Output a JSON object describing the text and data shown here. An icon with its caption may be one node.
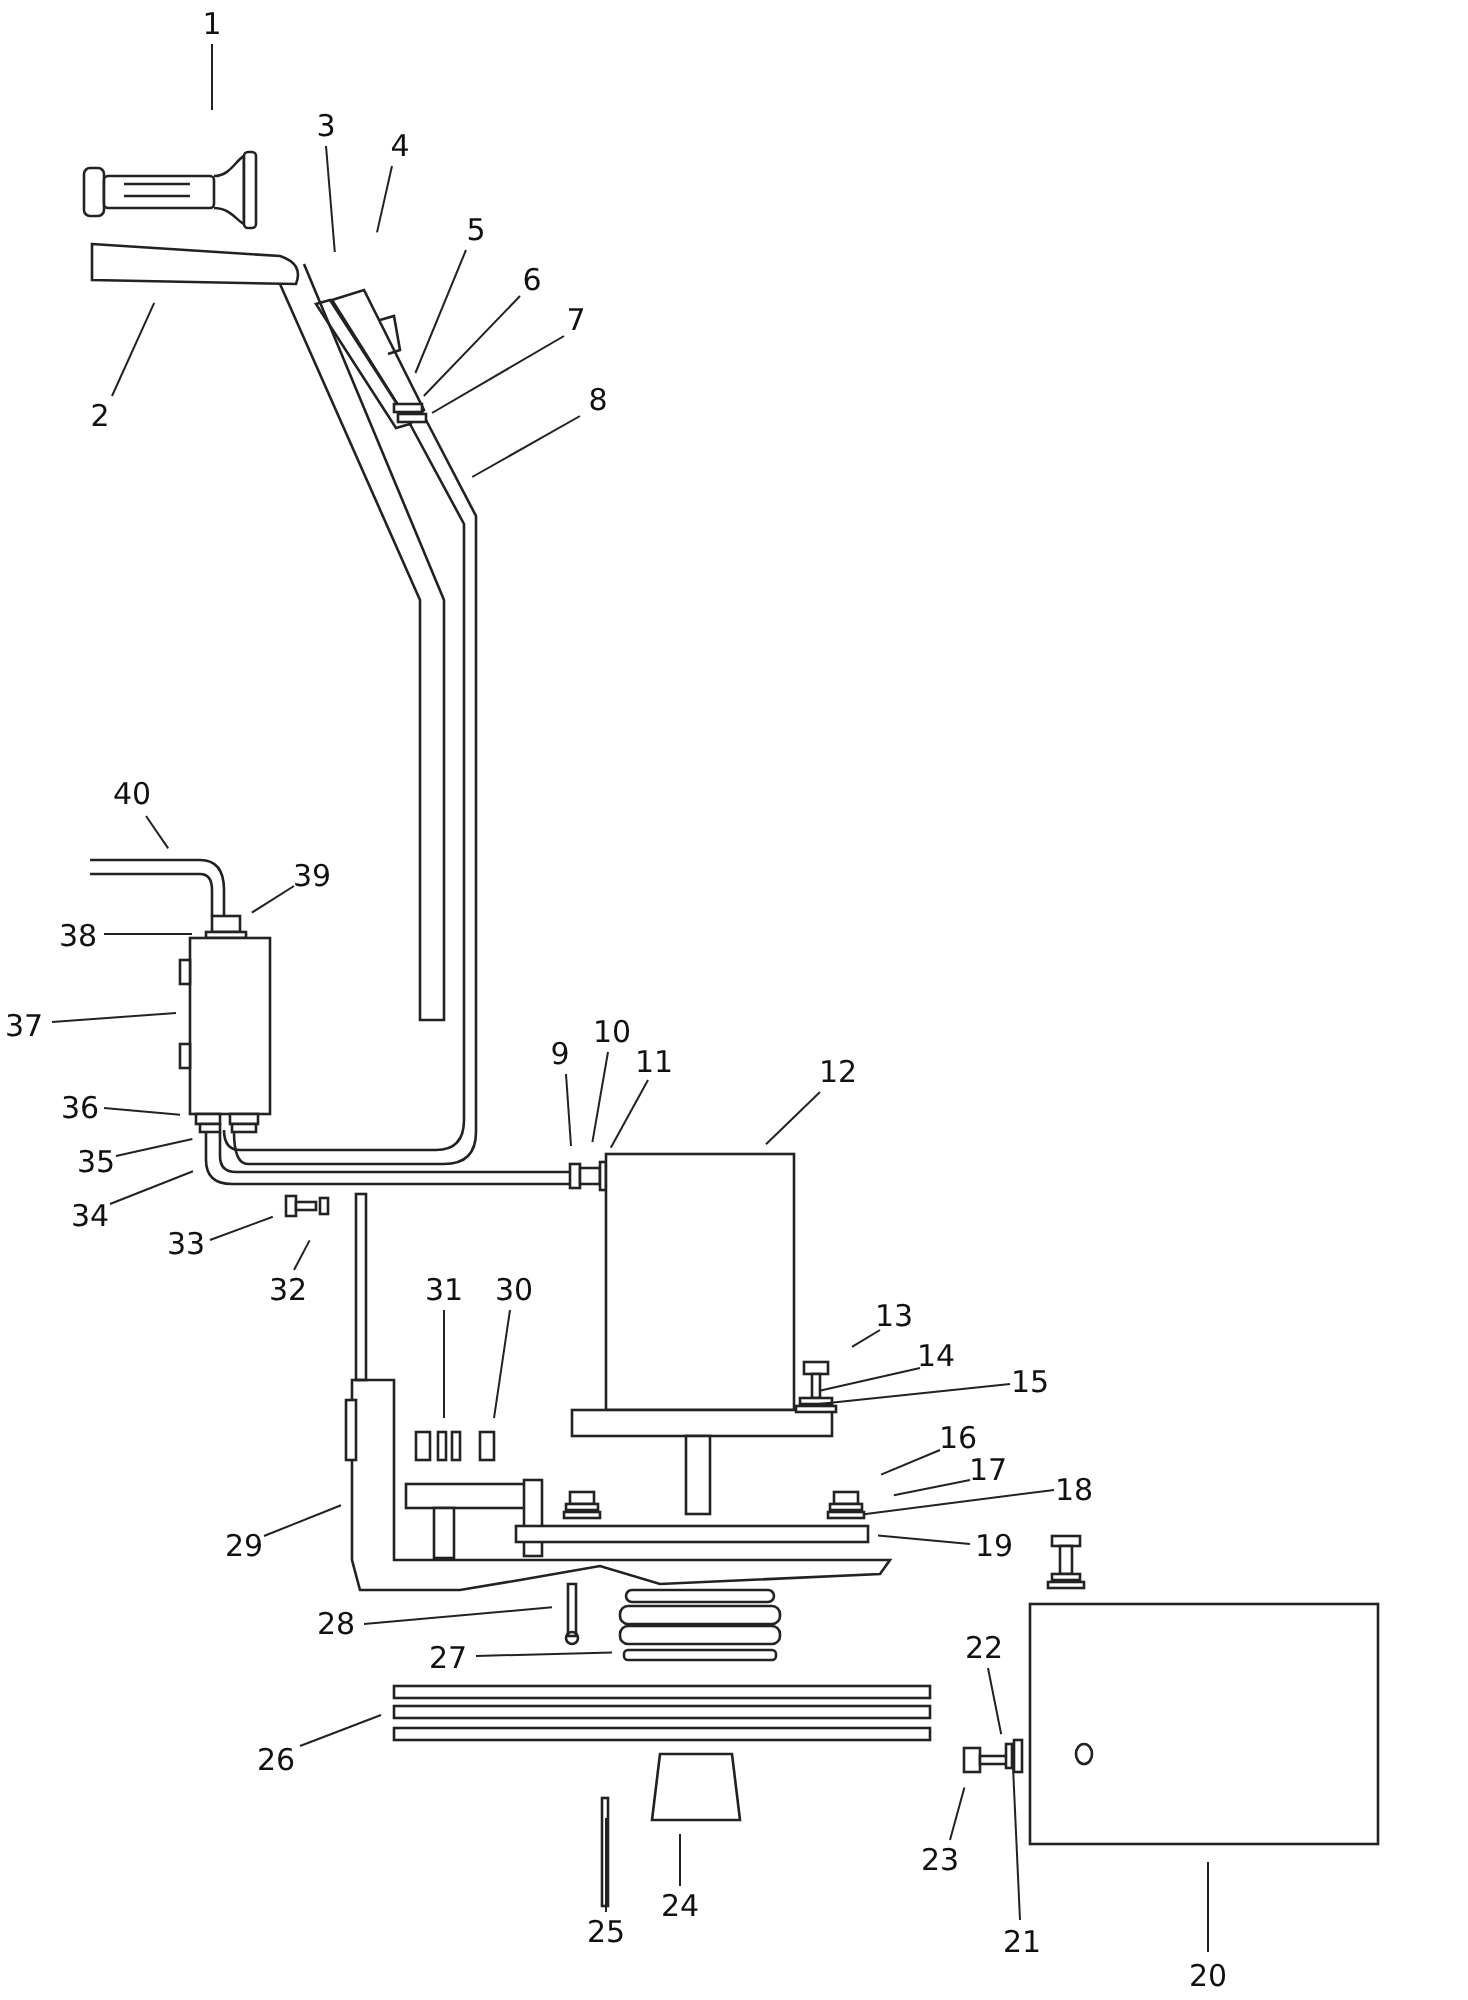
{
  "diagram": {
    "nodes": [
      {
        "text": [
          "1"
        ]
      },
      {
        "text": [
          "2"
        ]
      },
      {
        "text": [
          "3"
        ]
      },
      {
        "text": [
          "4"
        ]
      },
      {
        "text": [
          "5"
        ]
      },
      {
        "text": [
          "6"
        ]
      },
      {
        "text": [
          "7"
        ]
      },
      {
        "text": [
          "8"
        ]
      },
      {
        "text": [
          "9"
        ]
      },
      {
        "text": [
          "10"
        ]
      },
      {
        "text": [
          "11"
        ]
      },
      {
        "text": [
          "12"
        ]
      },
      {
        "text": [
          "13"
        ]
      },
      {
        "text": [
          "14"
        ]
      },
      {
        "text": [
          "15"
        ]
      },
      {
        "text": [
          "16"
        ]
      },
      {
        "text": [
          "17"
        ]
      },
      {
        "text": [
          "18"
        ]
      },
      {
        "text": [
          "19"
        ]
      },
      {
        "text": [
          "20"
        ]
      },
      {
        "text": [
          "21"
        ]
      },
      {
        "text": [
          "22"
        ]
      },
      {
        "text": [
          "23"
        ]
      },
      {
        "text": [
          "24"
        ]
      },
      {
        "text": [
          "25"
        ]
      },
      {
        "text": [
          "26"
        ]
      },
      {
        "text": [
          "27"
        ]
      },
      {
        "text": [
          "28"
        ]
      },
      {
        "text": [
          "29"
        ]
      },
      {
        "text": [
          "30"
        ]
      },
      {
        "text": [
          "31"
        ]
      },
      {
        "text": [
          "32"
        ]
      },
      {
        "text": [
          "33"
        ]
      },
      {
        "text": [
          "34"
        ]
      },
      {
        "text": [
          "35"
        ]
      },
      {
        "text": [
          "36"
        ]
      },
      {
        "text": [
          "37"
        ]
      },
      {
        "text": [
          "38"
        ]
      },
      {
        "text": [
          "39"
        ]
      },
      {
        "text": [
          "40"
        ]
      }
    ],
    "edges": [
      {
        "from": 0,
        "to": null,
        "arrow": "none"
      },
      {
        "from": 1,
        "to": null,
        "arrow": "none"
      },
      {
        "from": 2,
        "to": null,
        "arrow": "none"
      },
      {
        "from": 3,
        "to": null,
        "arrow": "none"
      },
      {
        "from": 4,
        "to": null,
        "arrow": "none"
      },
      {
        "from": 5,
        "to": null,
        "arrow": "none"
      },
      {
        "from": 6,
        "to": null,
        "arrow": "none"
      },
      {
        "from": 7,
        "to": null,
        "arrow": "none"
      },
      {
        "from": 8,
        "to": null,
        "arrow": "none"
      },
      {
        "from": 9,
        "to": null,
        "arrow": "none"
      },
      {
        "from": 10,
        "to": null,
        "arrow": "none"
      },
      {
        "from": 11,
        "to": null,
        "arrow": "none"
      },
      {
        "from": 12,
        "to": null,
        "arrow": "none"
      },
      {
        "from": 13,
        "to": null,
        "arrow": "none"
      },
      {
        "from": 14,
        "to": null,
        "arrow": "none"
      },
      {
        "from": 15,
        "to": null,
        "arrow": "none"
      },
      {
        "from": 16,
        "to": null,
        "arrow": "none"
      },
      {
        "from": 17,
        "to": null,
        "arrow": "none"
      },
      {
        "from": 18,
        "to": null,
        "arrow": "none"
      },
      {
        "from": 19,
        "to": null,
        "arrow": "none"
      },
      {
        "from": 20,
        "to": null,
        "arrow": "none"
      },
      {
        "from": 21,
        "to": null,
        "arrow": "none"
      },
      {
        "from": 22,
        "to": null,
        "arrow": "none"
      },
      {
        "from": 23,
        "to": null,
        "arrow": "none"
      },
      {
        "from": 24,
        "to": null,
        "arrow": "none"
      },
      {
        "from": 25,
        "to": null,
        "arrow": "none"
      },
      {
        "from": 26,
        "to": null,
        "arrow": "none"
      },
      {
        "from": 27,
        "to": null,
        "arrow": "none"
      },
      {
        "from": 28,
        "to": null,
        "arrow": "none"
      },
      {
        "from": 29,
        "to": null,
        "arrow": "none"
      },
      {
        "from": 30,
        "to": null,
        "arrow": "none"
      },
      {
        "from": 31,
        "to": null,
        "arrow": "none"
      },
      {
        "from": 32,
        "to": null,
        "arrow": "none"
      },
      {
        "from": 33,
        "to": null,
        "arrow": "none"
      },
      {
        "from": 34,
        "to": null,
        "arrow": "none"
      },
      {
        "from": 35,
        "to": null,
        "arrow": "none"
      },
      {
        "from": 36,
        "to": null,
        "arrow": "none"
      },
      {
        "from": 37,
        "to": null,
        "arrow": "none"
      },
      {
        "from": 38,
        "to": null,
        "arrow": "none"
      },
      {
        "from": 39,
        "to": null,
        "arrow": "none"
      }
    ]
  }
}
